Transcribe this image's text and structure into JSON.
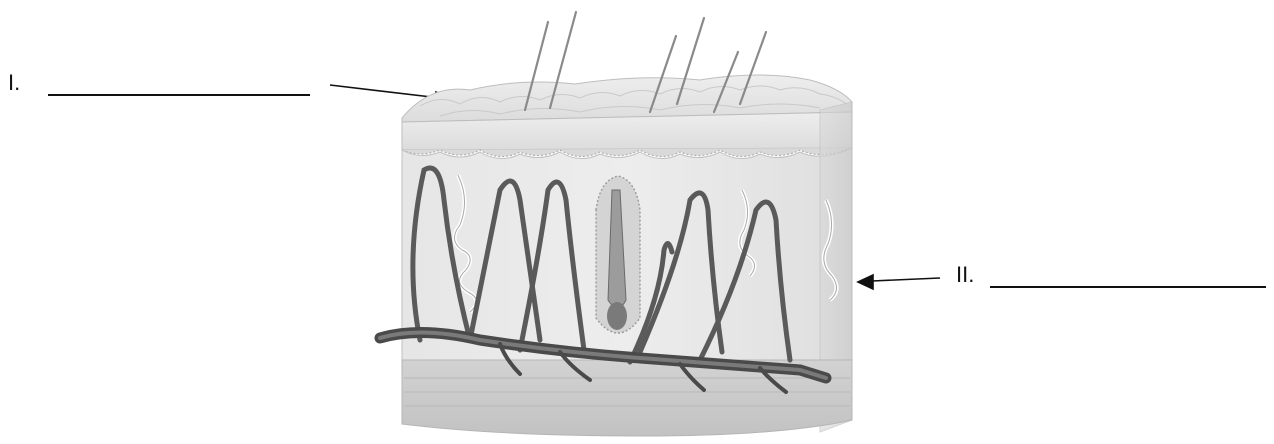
{
  "labels": [
    {
      "id": "I",
      "text": "I."
    },
    {
      "id": "II",
      "text": "II."
    }
  ],
  "colors": {
    "ink": "#111111",
    "skin_surface": "#e4e4e4",
    "epidermis_front": "#d6d6d6",
    "dermis": "#e9e9e9",
    "subcutis": "#cfcfcf",
    "vessel": "#5a5a5a",
    "gland": "#f4f4f4"
  },
  "diagram": {
    "subject": "skin-cross-section",
    "answer_blanks": 2
  }
}
